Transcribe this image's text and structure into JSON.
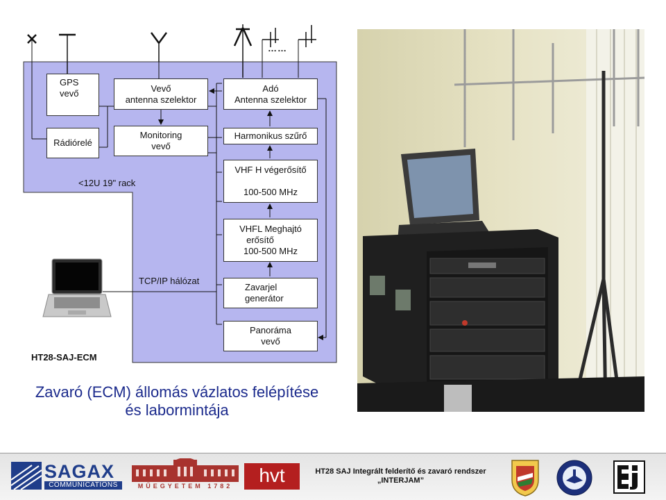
{
  "blocks": {
    "gps": [
      "GPS",
      "vevő"
    ],
    "radiorele": [
      "Rádiórelé"
    ],
    "vevo_ant_sel": [
      "Vevő",
      "antenna szelektor"
    ],
    "ado_ant_sel": [
      "Adó",
      "Antenna szelektor"
    ],
    "monitoring": [
      "Monitoring",
      "vevő"
    ],
    "harmonikus": [
      "Harmonikus szűrő"
    ],
    "vhfh": [
      "VHF H végerősítő",
      "",
      "100-500 MHz"
    ],
    "vhfl": [
      "VHFL Meghajtó",
      "erősítő",
      "100-500 MHz"
    ],
    "zavarjel": [
      "Zavarjel",
      "generátor"
    ],
    "panorama": [
      "Panoráma",
      "vevő"
    ]
  },
  "labels": {
    "rack": "<12U 19\" rack",
    "network": "TCP/IP hálózat",
    "station_id": "HT28-SAJ-ECM",
    "antenna_dots": "……"
  },
  "title": {
    "line1": "Zavaró (ECM) állomás vázlatos felépítése",
    "line2": "és labormintája"
  },
  "footer": {
    "sagax_logo_top": "SAGAX",
    "sagax_logo_bottom": "COMMUNICATIONS",
    "bme_logo_text": "MŰEGYETEM 1782",
    "hvt_logo": "hvt",
    "line1": "HT28 SAJ Integrált felderítő és zavaró rendszer",
    "line2": "„INTERJAM”"
  },
  "colors": {
    "rack_fill": "#b6b6ef",
    "title": "#1b2a8c",
    "hvt_red": "#b41f1f",
    "sagax_blue": "#1f3d8a"
  }
}
